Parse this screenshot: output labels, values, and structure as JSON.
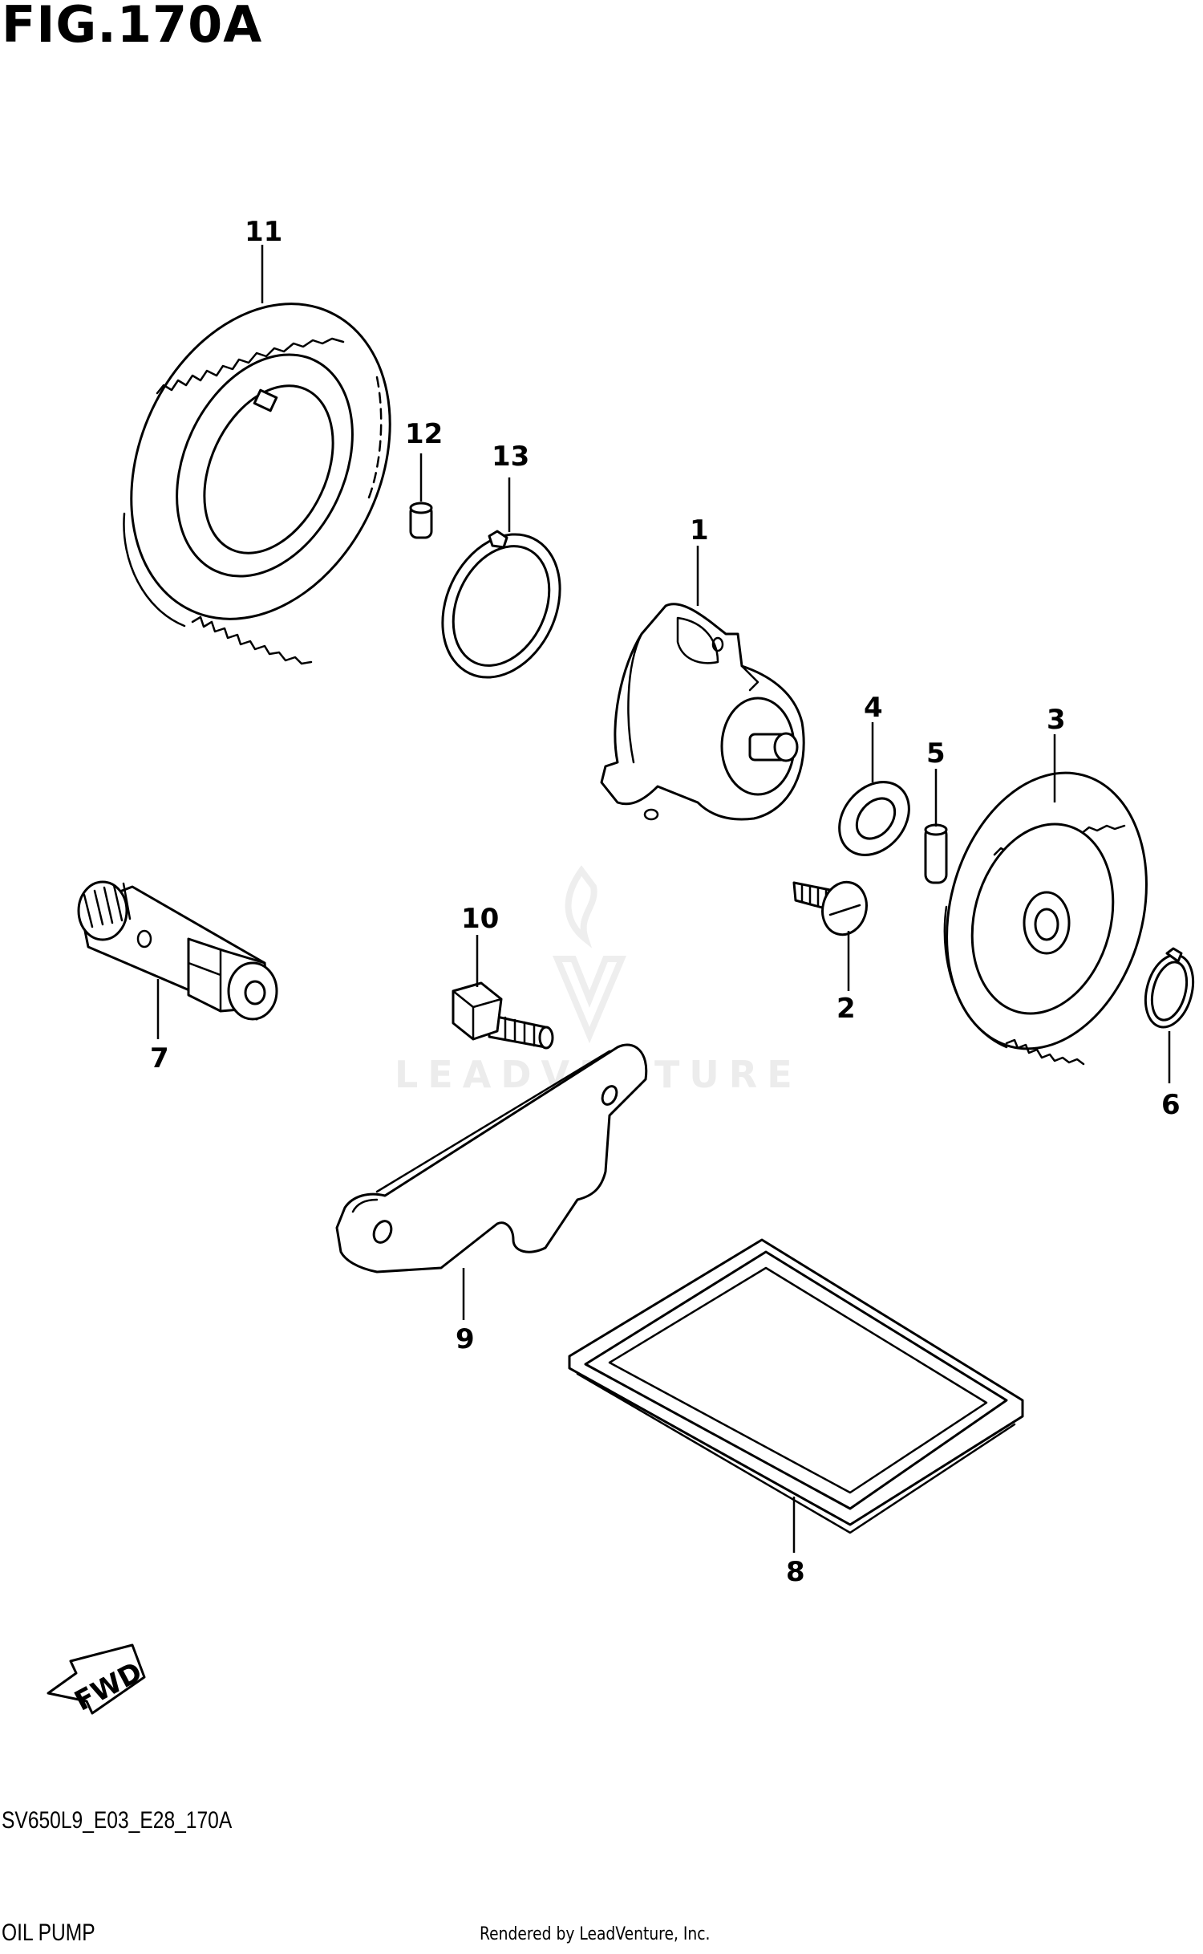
{
  "figure": {
    "title": "FIG.170A",
    "code": "SV650L9_E03_E28_170A",
    "subtitle": "OIL PUMP",
    "rendered_by": "Rendered by LeadVenture, Inc.",
    "watermark": "LEADVENTURE",
    "fwd_label": "FWD"
  },
  "callouts": [
    {
      "id": "1",
      "label": "1"
    },
    {
      "id": "2",
      "label": "2"
    },
    {
      "id": "3",
      "label": "3"
    },
    {
      "id": "4",
      "label": "4"
    },
    {
      "id": "5",
      "label": "5"
    },
    {
      "id": "6",
      "label": "6"
    },
    {
      "id": "7",
      "label": "7"
    },
    {
      "id": "8",
      "label": "8"
    },
    {
      "id": "9",
      "label": "9"
    },
    {
      "id": "10",
      "label": "10"
    },
    {
      "id": "11",
      "label": "11"
    },
    {
      "id": "12",
      "label": "12"
    },
    {
      "id": "13",
      "label": "13"
    }
  ]
}
